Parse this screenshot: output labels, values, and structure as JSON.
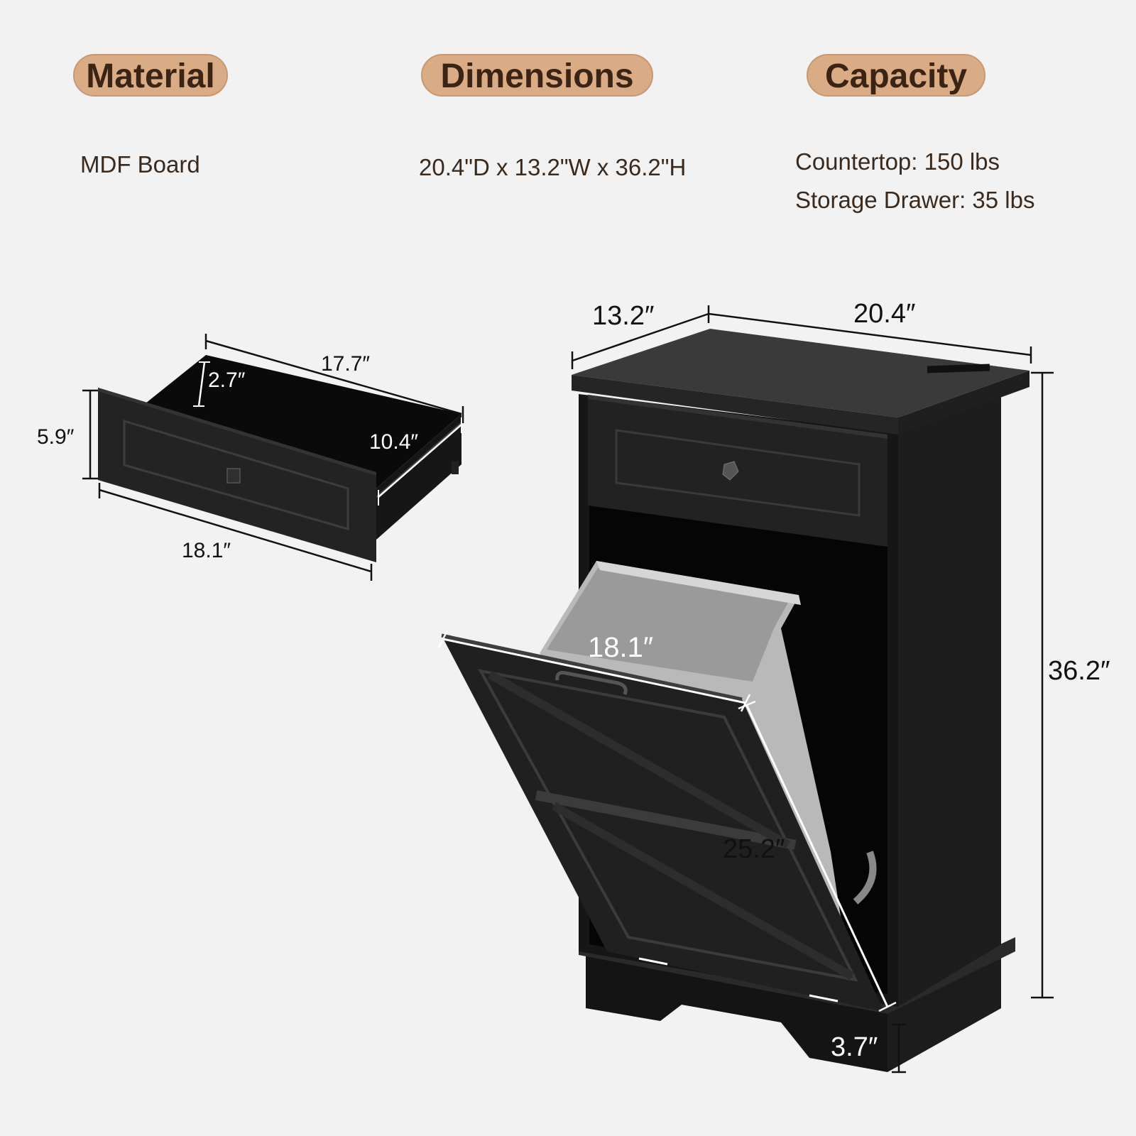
{
  "headings": {
    "material": "Material",
    "dimensions": "Dimensions",
    "capacity": "Capacity"
  },
  "specs": {
    "material": "MDF Board",
    "dimensions": "20.4\"D x 13.2\"W x 36.2\"H",
    "capacity_countertop": "Countertop: 150 lbs",
    "capacity_drawer": "Storage Drawer: 35 lbs"
  },
  "drawer_dims": {
    "length": "17.7″",
    "inner_depth": "2.7″",
    "height": "5.9″",
    "inner_width": "10.4″",
    "front_width": "18.1″"
  },
  "cabinet_dims": {
    "width": "13.2″",
    "depth": "20.4″",
    "height": "36.2″",
    "bin_width": "18.1″",
    "door_height": "25.2″",
    "base_height": "3.7″"
  },
  "colors": {
    "background": "#f2f2f2",
    "pill": "#d9ac85",
    "heading_text": "#3b2414",
    "body_text": "#3a2a1e",
    "cabinet": "#1c1c1c",
    "bin": "#b9b9b9"
  }
}
